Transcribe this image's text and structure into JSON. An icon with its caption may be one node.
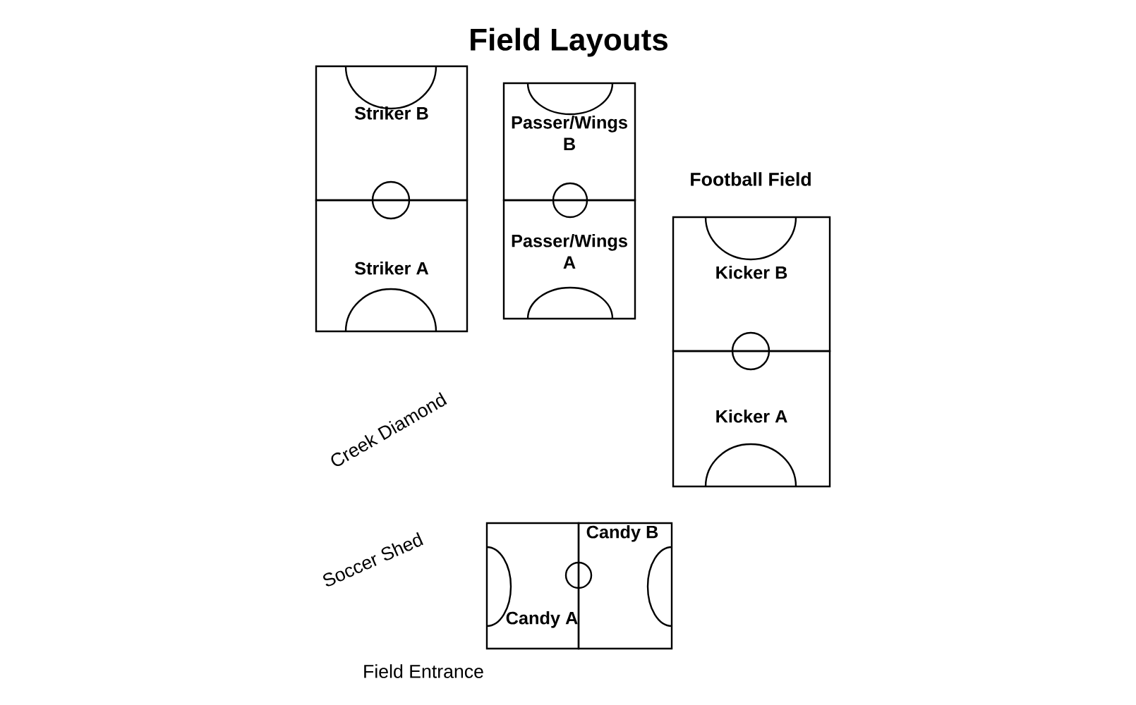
{
  "diagram": {
    "title": "Field Layouts",
    "nodes": [
      {
        "text": [
          "Striker B"
        ]
      },
      {
        "text": [
          "Striker A"
        ]
      },
      {
        "text": [
          "Passer/Wings B"
        ]
      },
      {
        "text": [
          "Passer/Wings A"
        ]
      },
      {
        "text": [
          "Kicker B"
        ]
      },
      {
        "text": [
          "Kicker A"
        ]
      },
      {
        "text": [
          "Candy A"
        ]
      },
      {
        "text": [
          "Candy B"
        ]
      }
    ],
    "labels": [
      "Football Field",
      "Creek Diamond",
      "Soccer Shed",
      "Field Entrance"
    ]
  }
}
